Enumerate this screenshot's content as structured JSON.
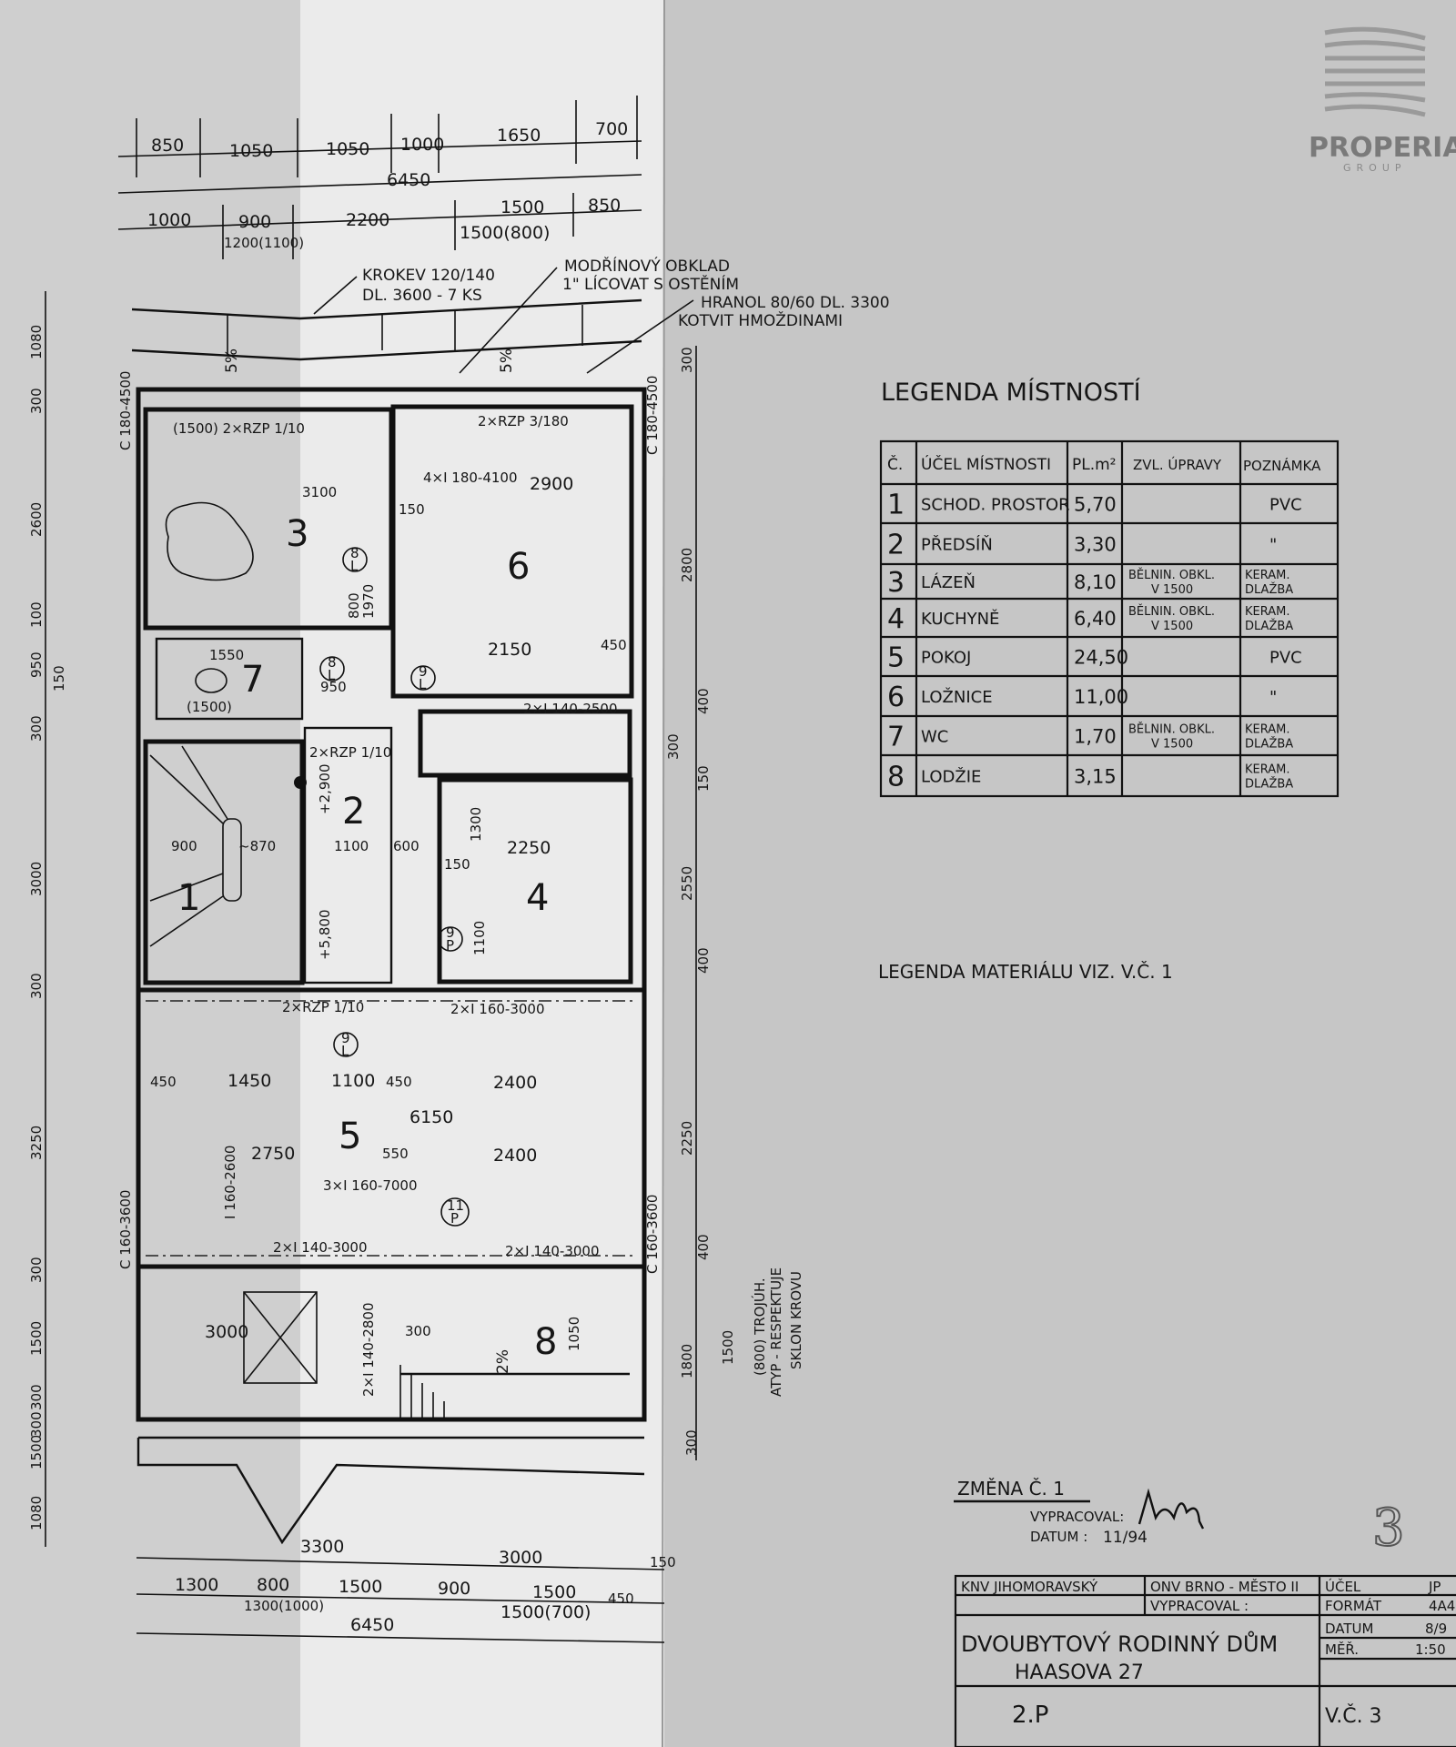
{
  "logo": {
    "name": "PROPERIA",
    "sub": "GROUP"
  },
  "dims": {
    "top_row1": [
      "850",
      "1050",
      "1050",
      "1000",
      "1650",
      "700"
    ],
    "top_total": "6450",
    "top_row3": [
      "1000",
      "900",
      "1200(1100)",
      "2200",
      "1500",
      "1500(800)",
      "850"
    ],
    "left": [
      "1080",
      "300",
      "2600",
      "100",
      "950",
      "150",
      "300",
      "3000",
      "300",
      "3250",
      "300",
      "1500",
      "300",
      "300",
      "1500",
      "1080"
    ],
    "left_beam": "C 180-4500",
    "right": [
      "300",
      "2800",
      "400",
      "300",
      "150",
      "2550",
      "400",
      "2250",
      "400",
      "1800",
      "1500",
      "300"
    ],
    "right_beams": [
      "C 180-4500",
      "C 160-3600",
      "C 160-3600"
    ],
    "bottom_row1": [
      "3300",
      "3000",
      "150"
    ],
    "bottom_row2": [
      "1300",
      "800",
      "1300(1000)",
      "1500",
      "900",
      "1500",
      "1500(700)",
      "450"
    ],
    "bottom_total": "6450"
  },
  "annotations": {
    "rafters": [
      "KROKEV 120/140",
      "DL. 3600 - 7 KS"
    ],
    "cladding": [
      "MODŘÍNOVÝ OBKLAD",
      "1\" LÍCOVAT S OSTĚNÍM"
    ],
    "beam": [
      "HRANOL 80/60 DL. 3300",
      "KOTVIT HMOŽDINAMI"
    ],
    "parapet": [
      "(800) TROJÚH.",
      "ATYP - RESPEKTUJE",
      "SKLON KROVU"
    ],
    "slope": [
      "5%",
      "5%",
      "2%"
    ]
  },
  "plan": {
    "room_markers": [
      "1",
      "2",
      "3",
      "4",
      "5",
      "6",
      "7",
      "8"
    ],
    "labels": [
      "(1500) 2×RZP 1/10",
      "2×RZP 3/180",
      "4×I 180-4100",
      "2900",
      "3100",
      "150",
      "800",
      "1970",
      "2150",
      "450",
      "2×I 140-2500",
      "1550",
      "(1500)",
      "950",
      "2×RZP 1/10",
      "1100",
      "600",
      "2250",
      "1300",
      "900",
      "~870",
      "2×RZP 1/10",
      "2×I 160-3000",
      "450",
      "1450",
      "1100",
      "450",
      "2400",
      "6150",
      "2750",
      "550",
      "2400",
      "3×I 160-7000",
      "2×I 140-3000",
      "2×I 140-3000",
      "3000",
      "2×I 140-2800",
      "300",
      "1050",
      "I 160-2600",
      "+2,900",
      "+5,800",
      "1100",
      "150"
    ],
    "door_tags": [
      [
        "8",
        "L"
      ],
      [
        "8",
        "L"
      ],
      [
        "9",
        "L"
      ],
      [
        "9",
        "P"
      ],
      [
        "9",
        "L"
      ],
      [
        "11",
        "P"
      ]
    ]
  },
  "legend": {
    "title": "LEGENDA MÍSTNOSTÍ",
    "headers": [
      "Č.",
      "ÚČEL MÍSTNOSTI",
      "PL.m²",
      "ZVL. ÚPRAVY",
      "POZNÁMKA"
    ],
    "rows": [
      {
        "no": "1",
        "name": "SCHOD. PROSTOR",
        "area": "5,70",
        "finish": [
          "",
          ""
        ],
        "note": [
          "PVC",
          ""
        ]
      },
      {
        "no": "2",
        "name": "PŘEDSÍŇ",
        "area": "3,30",
        "finish": [
          "",
          ""
        ],
        "note": [
          "\"",
          ""
        ]
      },
      {
        "no": "3",
        "name": "LÁZEŇ",
        "area": "8,10",
        "finish": [
          "BĚLNIN. OBKL.",
          "V 1500"
        ],
        "note": [
          "KERAM.",
          "DLAŽBA"
        ]
      },
      {
        "no": "4",
        "name": "KUCHYNĚ",
        "area": "6,40",
        "finish": [
          "BĚLNIN. OBKL.",
          "V 1500"
        ],
        "note": [
          "KERAM.",
          "DLAŽBA"
        ]
      },
      {
        "no": "5",
        "name": "POKOJ",
        "area": "24,50",
        "finish": [
          "",
          ""
        ],
        "note": [
          "PVC",
          ""
        ]
      },
      {
        "no": "6",
        "name": "LOŽNICE",
        "area": "11,00",
        "finish": [
          "",
          ""
        ],
        "note": [
          "\"",
          ""
        ]
      },
      {
        "no": "7",
        "name": "WC",
        "area": "1,70",
        "finish": [
          "BĚLNIN. OBKL.",
          "V 1500"
        ],
        "note": [
          "KERAM.",
          "DLAŽBA"
        ]
      },
      {
        "no": "8",
        "name": "LODŽIE",
        "area": "3,15",
        "finish": [
          "",
          ""
        ],
        "note": [
          "KERAM.",
          "DLAŽBA"
        ]
      }
    ],
    "materials": "LEGENDA MATERIÁLU VIZ. V.Č. 1"
  },
  "revision": {
    "title": "ZMĚNA Č. 1",
    "drawn_by_label": "VYPRACOVAL:",
    "date_label": "DATUM :",
    "date": "11/94",
    "sheet_mark": "3"
  },
  "title_block": {
    "region": "KNV JIHOMORAVSKÝ",
    "district": "ONV BRNO - MĚSTO II",
    "drawn_by": "VYPRACOVAL :",
    "purpose_label": "ÚČEL",
    "purpose": "JP",
    "format_label": "FORMÁT",
    "format": "4A4",
    "date_label": "DATUM",
    "date": "8/9",
    "scale_label": "MĚŘ.",
    "scale": "1:50",
    "project": "DVOUBYTOVÝ RODINNÝ DŮM",
    "address": "HAASOVA 27",
    "floor": "2.P",
    "sheet": "V.Č. 3"
  }
}
